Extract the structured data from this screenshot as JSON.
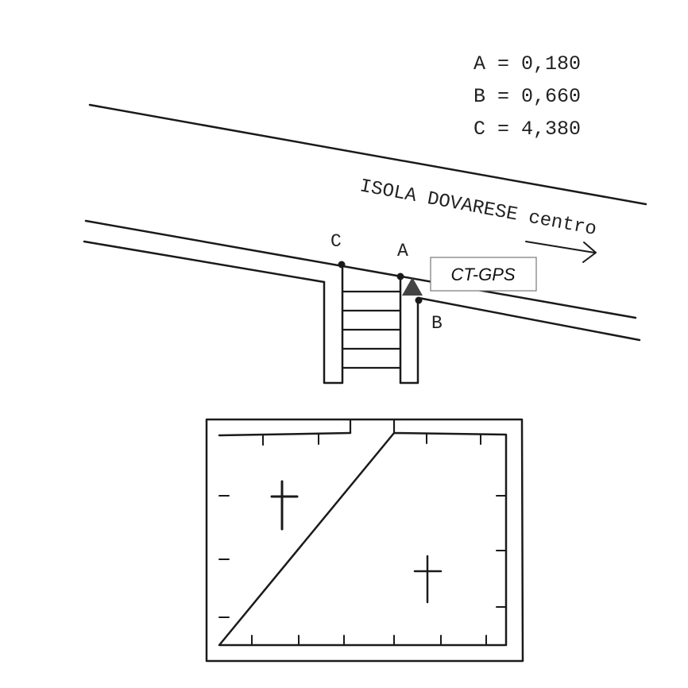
{
  "legend": {
    "a": "A = 0,180",
    "b": "B = 0,660",
    "c": "C = 4,380"
  },
  "road_label": "ISOLA DOVARESE centro",
  "points": {
    "a": "A",
    "b": "B",
    "c": "C"
  },
  "benchmark_label": "CT-GPS",
  "colors": {
    "ink": "#1a1a1a",
    "marker": "#444444"
  }
}
